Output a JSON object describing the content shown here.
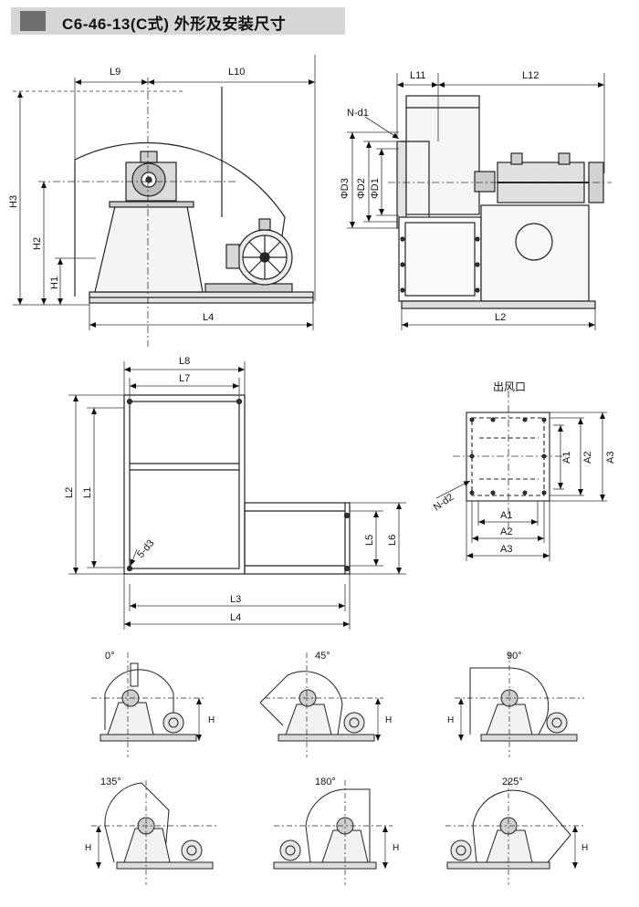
{
  "title": "C6-46-13(C式) 外形及安装尺寸",
  "front": {
    "l9": "L9",
    "l10": "L10",
    "h3": "H3",
    "h2": "H2",
    "h1": "H1",
    "l4": "L4"
  },
  "side": {
    "l11": "L11",
    "l12": "L12",
    "nd1": "N-d1",
    "d3": "ΦD3",
    "d2": "ΦD2",
    "d1": "ΦD1",
    "l2": "L2"
  },
  "plan": {
    "l8": "L8",
    "l7": "L7",
    "l2": "L2",
    "l1": "L1",
    "d3": "5-d3",
    "l5": "L5",
    "l6": "L6",
    "l3": "L3",
    "l4": "L4"
  },
  "outlet": {
    "title": "出风口",
    "a1v": "A1",
    "a2v": "A2",
    "a3v": "A3",
    "nd2": "N-d2",
    "a1h": "A1",
    "a2h": "A2",
    "a3h": "A3"
  },
  "positions": [
    {
      "angle": "0°",
      "h": "H"
    },
    {
      "angle": "45°",
      "h": "H"
    },
    {
      "angle": "90°",
      "h": "H"
    },
    {
      "angle": "135°",
      "h": "H"
    },
    {
      "angle": "180°",
      "h": "H"
    },
    {
      "angle": "225°",
      "h": "H"
    }
  ]
}
